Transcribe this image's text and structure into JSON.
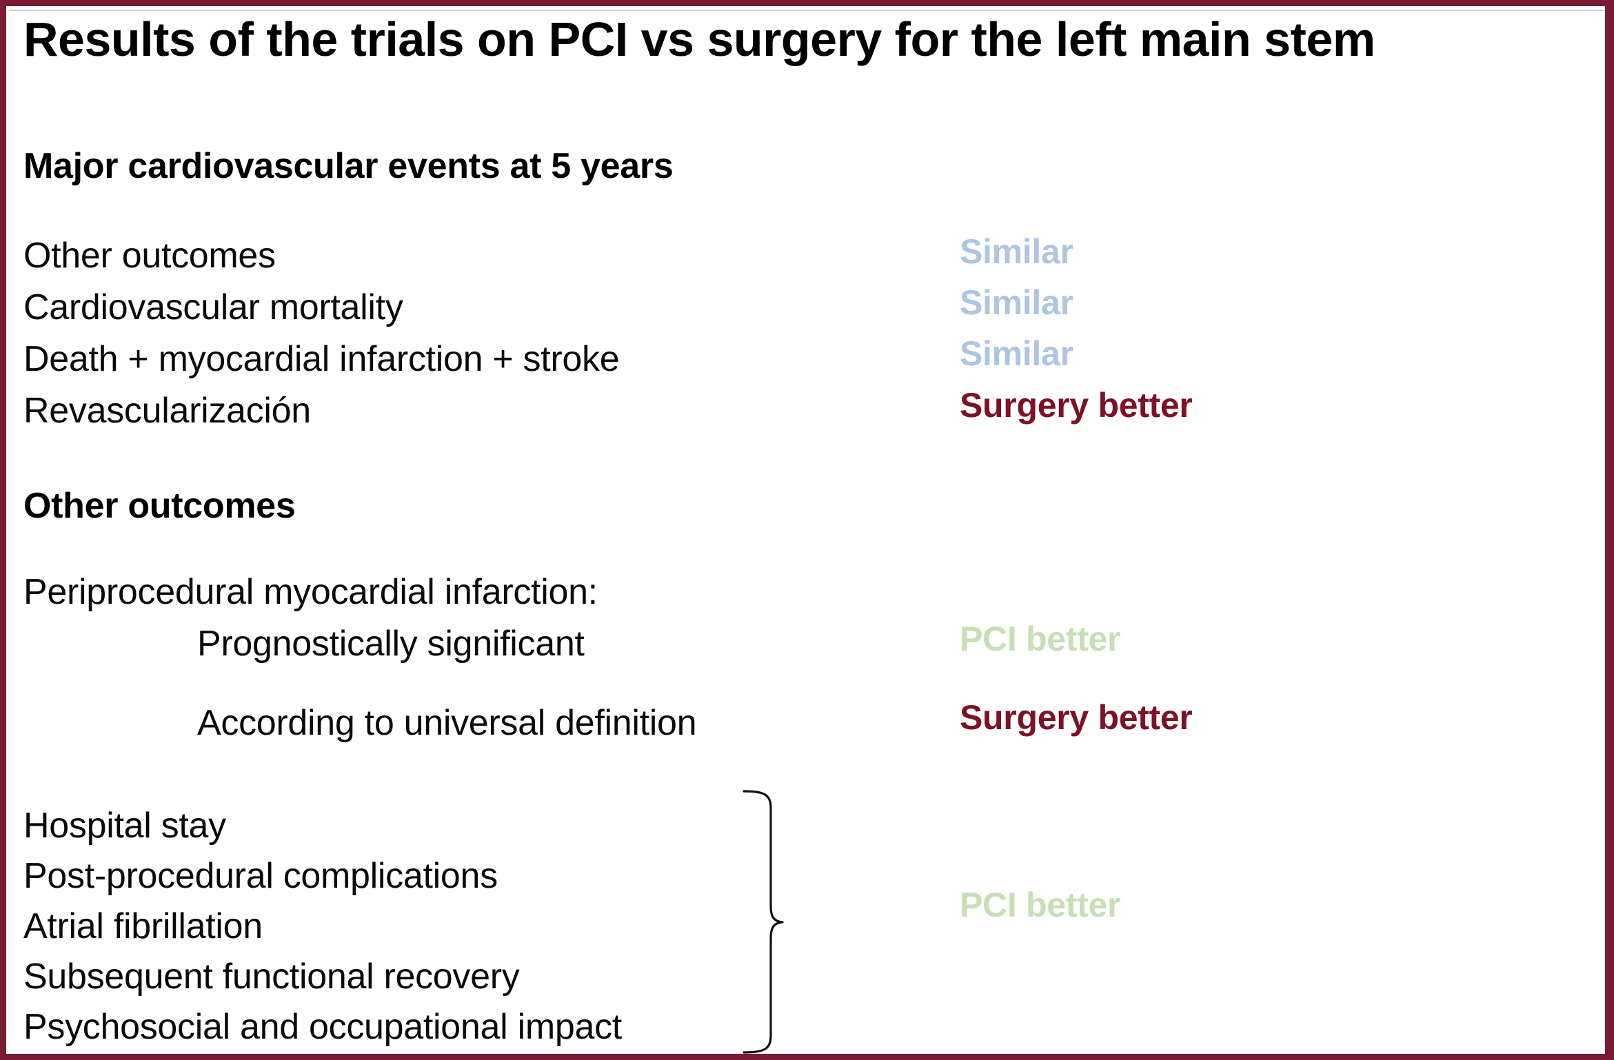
{
  "slide": {
    "title": "Results of the trials on PCI vs surgery for the left main stem",
    "frame_color": "#7A1B33",
    "accent_line_color": "#5b5f86"
  },
  "verdict_colors": {
    "similar": "#aec5e3",
    "surgery_better": "#7C1226",
    "pci_better": "#c6dfb6"
  },
  "sections": [
    {
      "heading": "Major cardiovascular events at 5 years",
      "rows": [
        {
          "label": "Other outcomes",
          "verdict": "Similar"
        },
        {
          "label": "Cardiovascular mortality",
          "verdict": "Similar"
        },
        {
          "label": " Death + myocardial infarction + stroke",
          "verdict": "Similar"
        },
        {
          "label": "Revascularización",
          "verdict": "Surgery better"
        }
      ]
    },
    {
      "heading": "Other outcomes",
      "lead_in": "Periprocedural myocardial infarction:",
      "rows": [
        {
          "label": "Prognostically significant",
          "verdict": "PCI better"
        },
        {
          "label": "According to universal definition",
          "verdict": "Surgery better"
        }
      ]
    },
    {
      "heading": "",
      "grouped_label": "PCI better",
      "rows": [
        {
          "label": "Hospital stay"
        },
        {
          "label": "Post-procedural complications"
        },
        {
          "label": "Atrial fibrillation"
        },
        {
          "label": "Subsequent functional recovery"
        },
        {
          "label": "Psychosocial and occupational impact"
        }
      ]
    }
  ],
  "icons": {
    "brace": "right-curly-brace"
  }
}
